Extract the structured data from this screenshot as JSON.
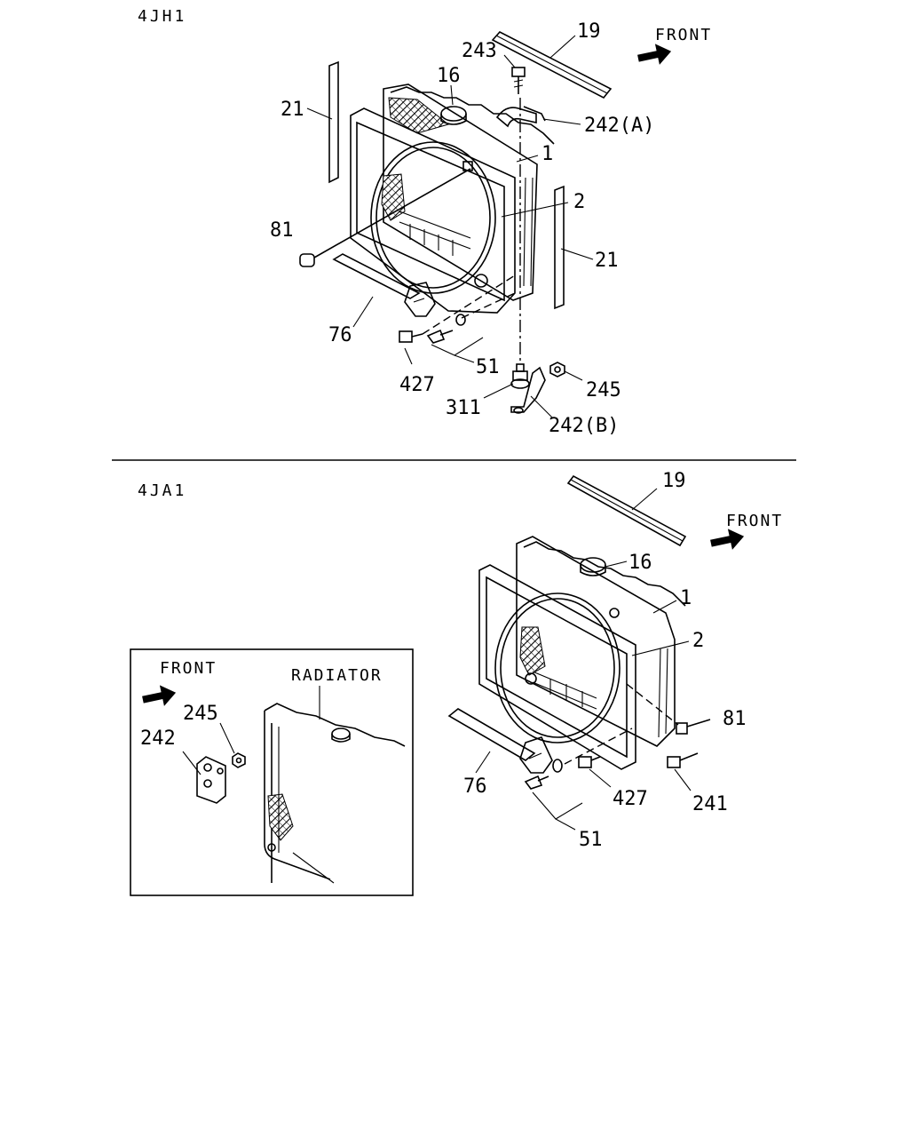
{
  "sections": [
    {
      "id": "4JH1",
      "title": "4JH1"
    },
    {
      "id": "4JA1",
      "title": "4JA1"
    }
  ],
  "direction_label": "FRONT",
  "inset": {
    "title": "RADIATOR",
    "front": "FRONT",
    "callouts": [
      "245",
      "242"
    ]
  },
  "section1_callouts": [
    "19",
    "243",
    "16",
    "242(A)",
    "1",
    "21",
    "2",
    "81",
    "21",
    "76",
    "51",
    "427",
    "245",
    "311",
    "242(B)"
  ],
  "section2_callouts": [
    "19",
    "16",
    "1",
    "2",
    "81",
    "76",
    "427",
    "241",
    "51"
  ]
}
